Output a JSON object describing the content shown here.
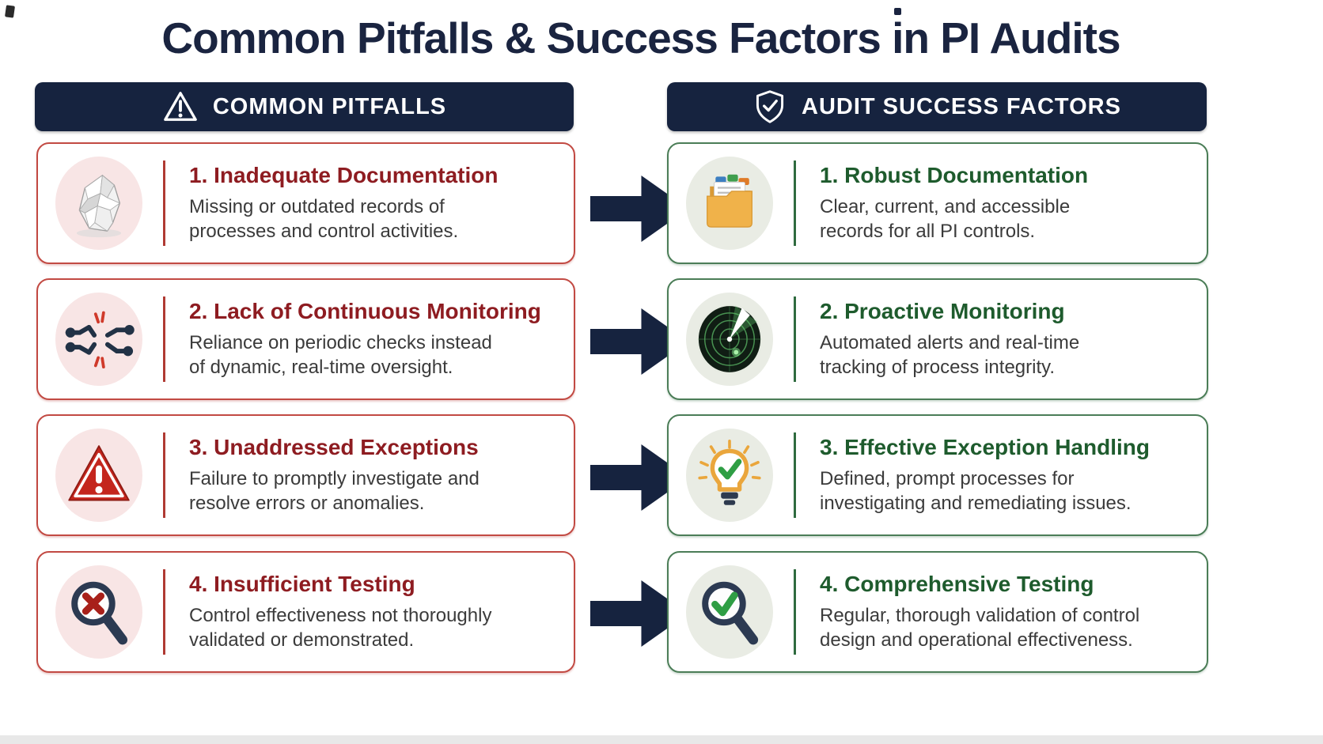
{
  "title": "Common Pitfalls & Success Factors in PI Audits",
  "colors": {
    "navy": "#16233f",
    "card_red_border": "#c24a43",
    "card_green_border": "#4b7d57",
    "heading_red": "#8e1c21",
    "heading_green": "#1e5b2d",
    "body_text": "#3b3b3b",
    "pink_circle": "#f8e5e5",
    "sage_circle": "#e9ece4"
  },
  "pitfalls": {
    "header": "COMMON PITFALLS",
    "header_icon": "warning-triangle-icon",
    "items": [
      {
        "icon": "crumpled-paper-icon",
        "title": "1. Inadequate Documentation",
        "desc": "Missing or outdated records of\nprocesses and control activities."
      },
      {
        "icon": "broken-link-icon",
        "title": "2. Lack of Continuous Monitoring",
        "desc": "Reliance on periodic checks instead\nof dynamic, real-time oversight."
      },
      {
        "icon": "alert-triangle-icon",
        "title": "3. Unaddressed Exceptions",
        "desc": "Failure to promptly investigate and\nresolve errors or anomalies."
      },
      {
        "icon": "magnifier-x-icon",
        "title": "4. Insufficient Testing",
        "desc": "Control effectiveness not thoroughly\nvalidated or demonstrated."
      }
    ]
  },
  "success": {
    "header": "AUDIT SUCCESS FACTORS",
    "header_icon": "shield-check-icon",
    "items": [
      {
        "icon": "folder-icon",
        "title": "1. Robust Documentation",
        "desc": "Clear, current, and accessible\nrecords for all PI controls."
      },
      {
        "icon": "radar-icon",
        "title": "2. Proactive Monitoring",
        "desc": "Automated alerts and real-time\ntracking of process integrity."
      },
      {
        "icon": "lightbulb-check-icon",
        "title": "3. Effective Exception Handling",
        "desc": "Defined, prompt processes for\ninvestigating and remediating issues."
      },
      {
        "icon": "magnifier-check-icon",
        "title": "4. Comprehensive Testing",
        "desc": "Regular, thorough validation of control\ndesign and operational effectiveness."
      }
    ]
  }
}
